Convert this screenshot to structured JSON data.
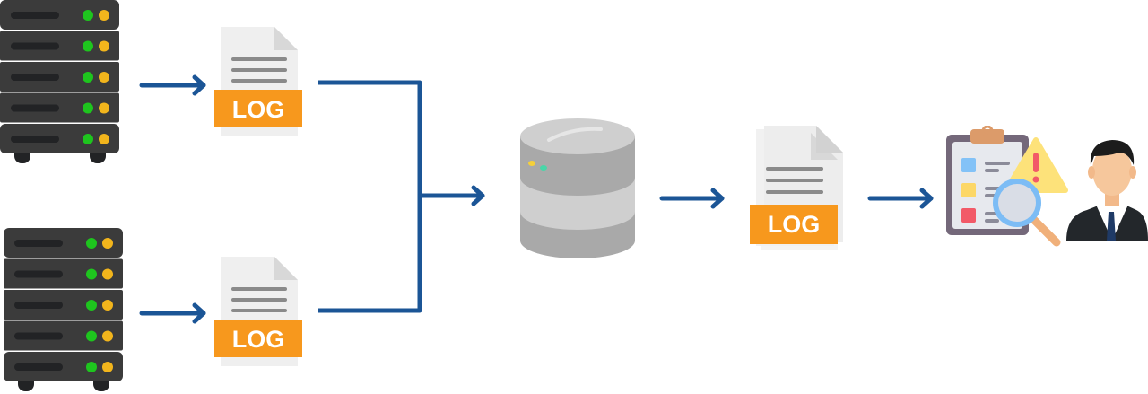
{
  "diagram": {
    "title": "",
    "colors": {
      "arrow": "#1b5596",
      "server_body": "#3b3b3b",
      "server_slot": "#222325",
      "led_green": "#1ec51e",
      "led_yellow": "#f2b51c",
      "log_band": "#f7981d",
      "doc_page": "#efefef",
      "doc_lines": "#8a8a8a",
      "db_light": "#cfcfcf",
      "db_dark": "#a9a9a9"
    },
    "nodes": [
      {
        "id": "server-1",
        "type": "server",
        "icon": "server-rack-icon"
      },
      {
        "id": "server-2",
        "type": "server",
        "icon": "server-rack-icon"
      },
      {
        "id": "log-1",
        "type": "log-file",
        "icon": "log-file-icon",
        "label": "LOG"
      },
      {
        "id": "log-2",
        "type": "log-file",
        "icon": "log-file-icon",
        "label": "LOG"
      },
      {
        "id": "database",
        "type": "database",
        "icon": "database-icon"
      },
      {
        "id": "log-aggregated",
        "type": "log-files",
        "icon": "log-files-stack-icon",
        "label": "LOG"
      },
      {
        "id": "analyst",
        "type": "analysis",
        "icon": "audit-analyst-icon"
      }
    ],
    "edges": [
      {
        "from": "server-1",
        "to": "log-1"
      },
      {
        "from": "server-2",
        "to": "log-2"
      },
      {
        "from": "log-1",
        "to": "database"
      },
      {
        "from": "log-2",
        "to": "database"
      },
      {
        "from": "database",
        "to": "log-aggregated"
      },
      {
        "from": "log-aggregated",
        "to": "analyst"
      }
    ]
  }
}
